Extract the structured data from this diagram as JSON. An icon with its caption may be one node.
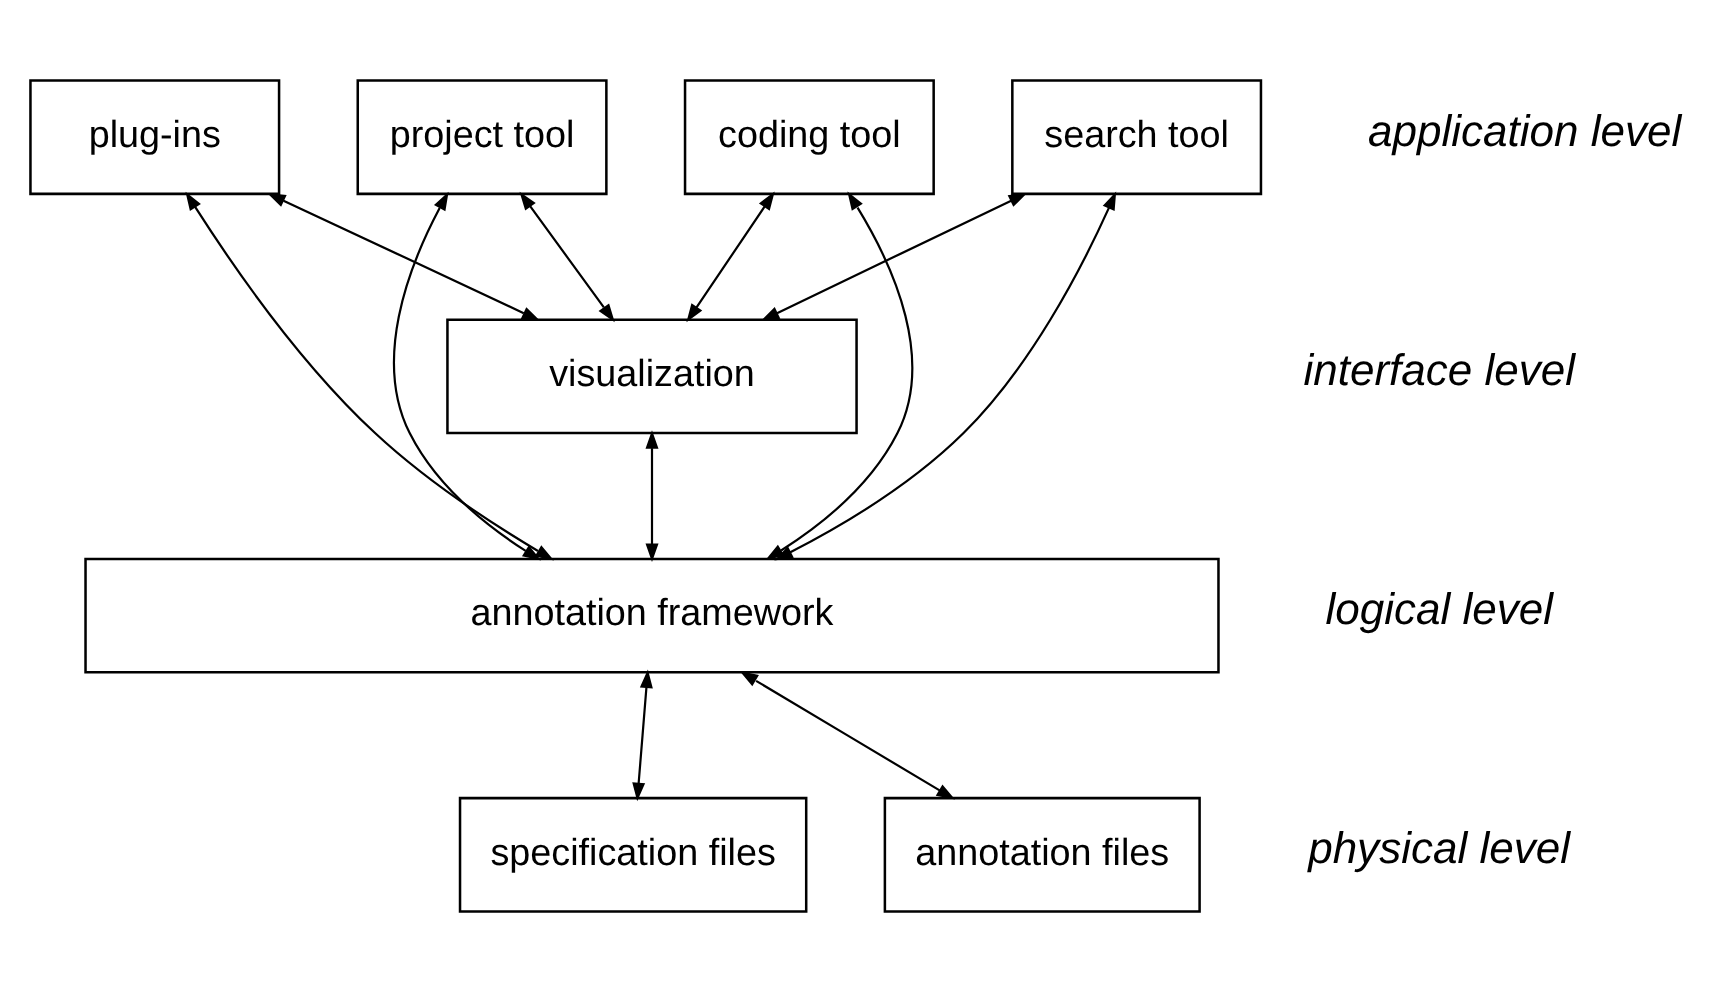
{
  "diagram": {
    "nodes": [
      {
        "text": [
          "plug-ins"
        ]
      },
      {
        "text": [
          "project tool"
        ]
      },
      {
        "text": [
          "coding tool"
        ]
      },
      {
        "text": [
          "search tool"
        ]
      },
      {
        "text": [
          "visualization"
        ]
      },
      {
        "text": [
          "annotation framework"
        ]
      },
      {
        "text": [
          "specification files"
        ]
      },
      {
        "text": [
          "annotation files"
        ]
      }
    ],
    "edges": [
      {
        "from": 0,
        "to": 4,
        "arrow": "both"
      },
      {
        "from": 1,
        "to": 4,
        "arrow": "both"
      },
      {
        "from": 2,
        "to": 4,
        "arrow": "both"
      },
      {
        "from": 3,
        "to": 4,
        "arrow": "both"
      },
      {
        "from": 0,
        "to": 5,
        "arrow": "both"
      },
      {
        "from": 1,
        "to": 5,
        "arrow": "both"
      },
      {
        "from": 4,
        "to": 5,
        "arrow": "both"
      },
      {
        "from": 2,
        "to": 5,
        "arrow": "both"
      },
      {
        "from": 3,
        "to": 5,
        "arrow": "both"
      },
      {
        "from": 5,
        "to": 6,
        "arrow": "both"
      },
      {
        "from": 5,
        "to": 7,
        "arrow": "both"
      }
    ],
    "labels": [
      "application level",
      "interface level",
      "logical level",
      "physical level"
    ]
  }
}
